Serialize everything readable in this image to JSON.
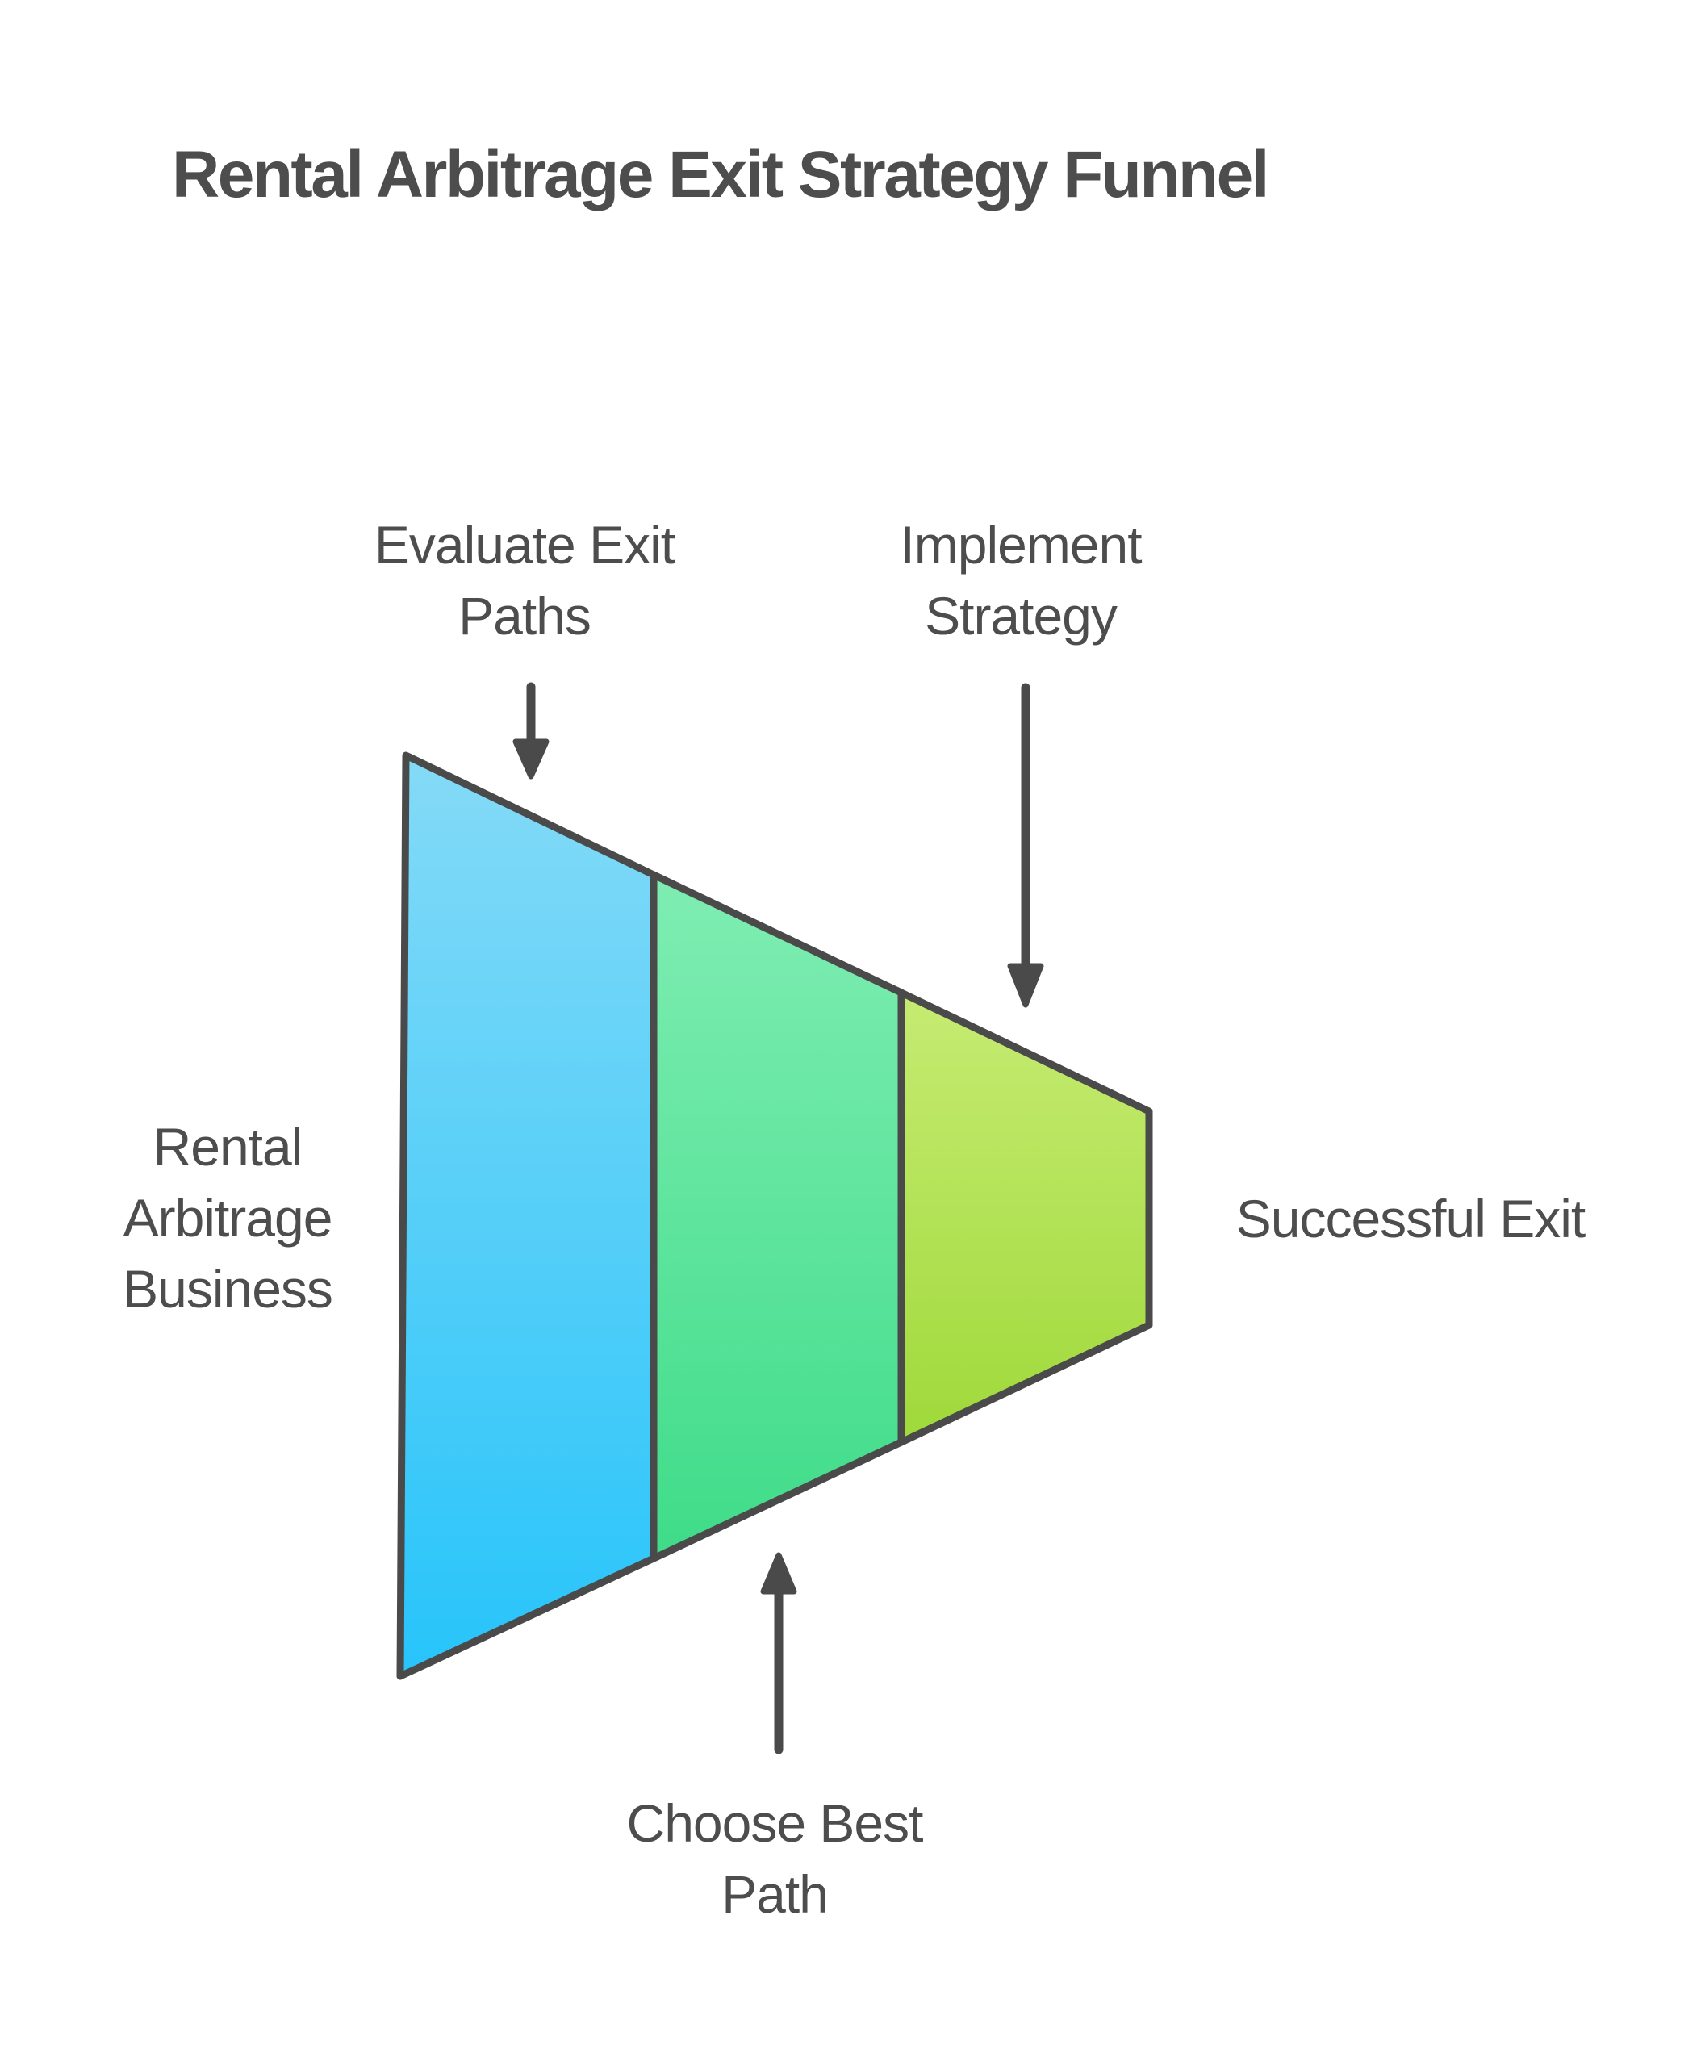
{
  "title": "Rental Arbitrage Exit Strategy Funnel",
  "funnel": {
    "outline_color": "#4A4A4B",
    "stages": [
      {
        "id": "evaluate-exit-paths",
        "color_top": "#84DAF7",
        "color_bottom": "#27C4FA"
      },
      {
        "id": "choose-best-path",
        "color_top": "#7FEDB2",
        "color_bottom": "#3FDC89"
      },
      {
        "id": "implement-strategy",
        "color_top": "#C6EB72",
        "color_bottom": "#9FD93A"
      }
    ]
  },
  "labels": {
    "evaluate": {
      "lines": [
        "Evaluate Exit",
        "Paths"
      ]
    },
    "implement": {
      "lines": [
        "Implement",
        "Strategy"
      ]
    },
    "input": {
      "lines": [
        "Rental",
        "Arbitrage",
        "Business"
      ]
    },
    "output": {
      "text": "Successful Exit"
    },
    "choose": {
      "lines": [
        "Choose Best",
        "Path"
      ]
    }
  },
  "colors": {
    "text": "#4D4D4D",
    "arrow": "#4A4A4B",
    "background": "#FFFFFF"
  }
}
